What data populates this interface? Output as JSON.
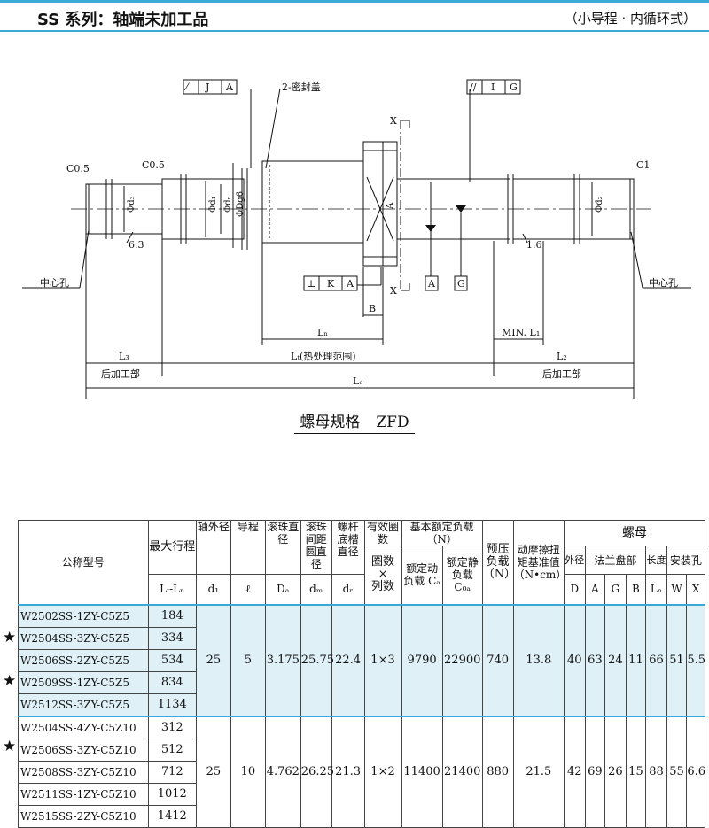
{
  "header": {
    "title": "SS 系列：轴端未加工品",
    "subtitle": "（小导程 · 内循环式）"
  },
  "drawing": {
    "labels": {
      "ja": "J",
      "ja2": "A",
      "seal": "2-密封盖",
      "ig": "I",
      "ig2": "G",
      "x": "X",
      "c05a": "C0.5",
      "c05b": "C0.5",
      "c1": "C1",
      "d3": "Φd₃",
      "d1": "Φd₁",
      "dr": "Φdᵣ",
      "dg6": "ΦDg6",
      "a": "A",
      "d2": "Φd₂",
      "r63": "6.3",
      "r16": "1.6",
      "center_l": "中心孔",
      "center_r": "中心孔",
      "ka": "K",
      "ka2": "A",
      "boxA": "A",
      "boxG": "G",
      "b": "B",
      "ln": "Lₙ",
      "minl1": "MIN. L₁",
      "l3": "L₃",
      "lt": "Lₜ(热处理范围)",
      "l2": "L₂",
      "rear_l": "后加工部",
      "rear_r": "后加工部",
      "lo": "Lₒ"
    }
  },
  "spec": {
    "label": "螺母规格",
    "model": "ZFD"
  },
  "table": {
    "headers": {
      "model": "公称型号",
      "stroke": "最大行程",
      "stroke_sym": "Lₜ-Lₙ",
      "shaft": "轴外径",
      "shaft_sym": "d₁",
      "lead": "导程",
      "lead_sym": "ℓ",
      "ball": "滚珠直径",
      "ball_sym": "Dₐ",
      "pitch": "滚珠间距圆直径",
      "pitch_sym": "dₘ",
      "root": "螺杆底槽直径",
      "root_sym": "dᵣ",
      "turns": "有效圈数",
      "turns2": "圈数",
      "turns3": "×",
      "turns4": "列数",
      "load": "基本额定负载",
      "load_unit": "（N）",
      "dyn": "额定动负载 Cₐ",
      "stat": "额定静负载 C₀ₐ",
      "preload": "预压负载",
      "preload_unit": "（N）",
      "torque": "动摩擦扭矩基准值",
      "torque_unit": "（N•cm）",
      "nut": "螺母",
      "od": "外径",
      "flange": "法兰盘部",
      "len": "长度",
      "mount": "安装孔",
      "D": "D",
      "A": "A",
      "G": "G",
      "B": "B",
      "Ln": "Lₙ",
      "W": "W",
      "X": "X"
    },
    "star": "★",
    "group1": {
      "rows": [
        {
          "model": "W2502SS-1ZY-C5Z5",
          "stroke": "184",
          "star": false
        },
        {
          "model": "W2504SS-3ZY-C5Z5",
          "stroke": "334",
          "star": true
        },
        {
          "model": "W2506SS-2ZY-C5Z5",
          "stroke": "534",
          "star": false
        },
        {
          "model": "W2509SS-1ZY-C5Z5",
          "stroke": "834",
          "star": true
        },
        {
          "model": "W2512SS-3ZY-C5Z5",
          "stroke": "1134",
          "star": false
        }
      ],
      "d1": "25",
      "lead": "5",
      "da": "3.175",
      "dm": "25.75",
      "dr": "22.4",
      "turns": "1×3",
      "ca": "9790",
      "c0a": "22900",
      "preload": "740",
      "torque": "13.8",
      "D": "40",
      "A": "63",
      "G": "24",
      "B": "11",
      "Ln": "66",
      "W": "51",
      "X": "5.5"
    },
    "group2": {
      "rows": [
        {
          "model": "W2504SS-4ZY-C5Z10",
          "stroke": "312",
          "star": false
        },
        {
          "model": "W2506SS-3ZY-C5Z10",
          "stroke": "512",
          "star": true
        },
        {
          "model": "W2508SS-3ZY-C5Z10",
          "stroke": "712",
          "star": false
        },
        {
          "model": "W2511SS-1ZY-C5Z10",
          "stroke": "1012",
          "star": false
        },
        {
          "model": "W2515SS-2ZY-C5Z10",
          "stroke": "1412",
          "star": false
        }
      ],
      "d1": "25",
      "lead": "10",
      "da": "4.762",
      "dm": "26.25",
      "dr": "21.3",
      "turns": "1×2",
      "ca": "11400",
      "c0a": "21400",
      "preload": "880",
      "torque": "21.5",
      "D": "42",
      "A": "69",
      "G": "26",
      "B": "15",
      "Ln": "88",
      "W": "55",
      "X": "6.6"
    }
  }
}
